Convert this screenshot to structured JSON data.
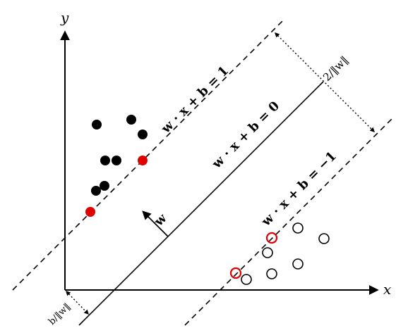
{
  "axes": {
    "x_label": "x",
    "y_label": "y"
  },
  "lines": {
    "plus_margin": "w · x + b = 1",
    "decision": "w · x + b = 0",
    "minus_margin": "w · x + b = −1"
  },
  "vector_label": "w",
  "margin_label": "2/‖w‖",
  "offset_label": "b/‖w‖",
  "colors": {
    "ink": "#000000",
    "support_vector": "#e00000",
    "background": "#ffffff"
  }
}
